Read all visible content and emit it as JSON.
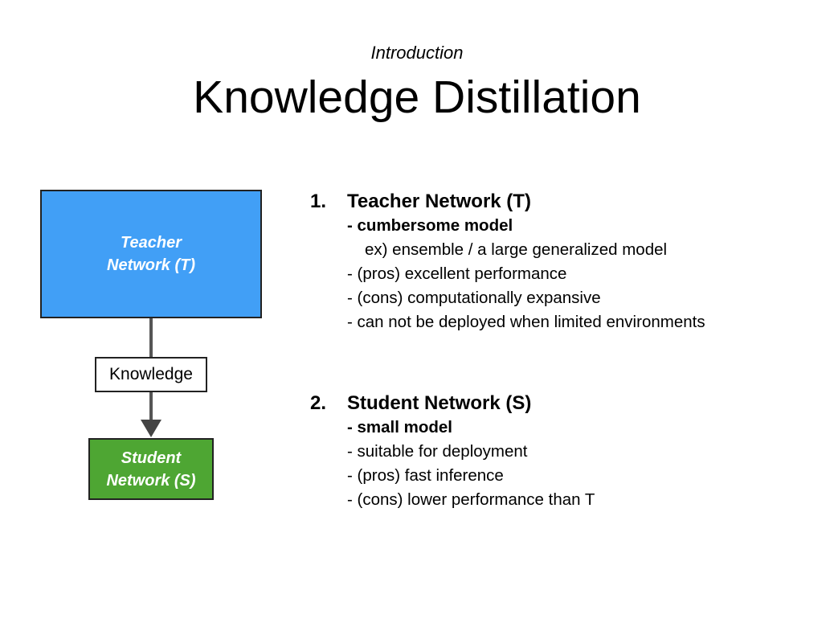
{
  "slide": {
    "subtitle": "Introduction",
    "title": "Knowledge Distillation"
  },
  "diagram": {
    "teacher": "Teacher\nNetwork (T)",
    "knowledge": "Knowledge",
    "student": "Student\nNetwork (S)",
    "colors": {
      "teacher": "#419ff6",
      "student": "#4ea633"
    }
  },
  "sections": [
    {
      "number": "1.",
      "title": "Teacher Network (T)",
      "items": [
        "- cumbersome model",
        "ex) ensemble / a large generalized model",
        "- (pros) excellent performance",
        "- (cons) computationally expansive",
        "- can not be deployed when limited environments"
      ]
    },
    {
      "number": "2.",
      "title": "Student Network (S)",
      "items": [
        "- small model",
        "- suitable for deployment",
        "- (pros) fast inference",
        "- (cons) lower performance than T"
      ]
    }
  ]
}
